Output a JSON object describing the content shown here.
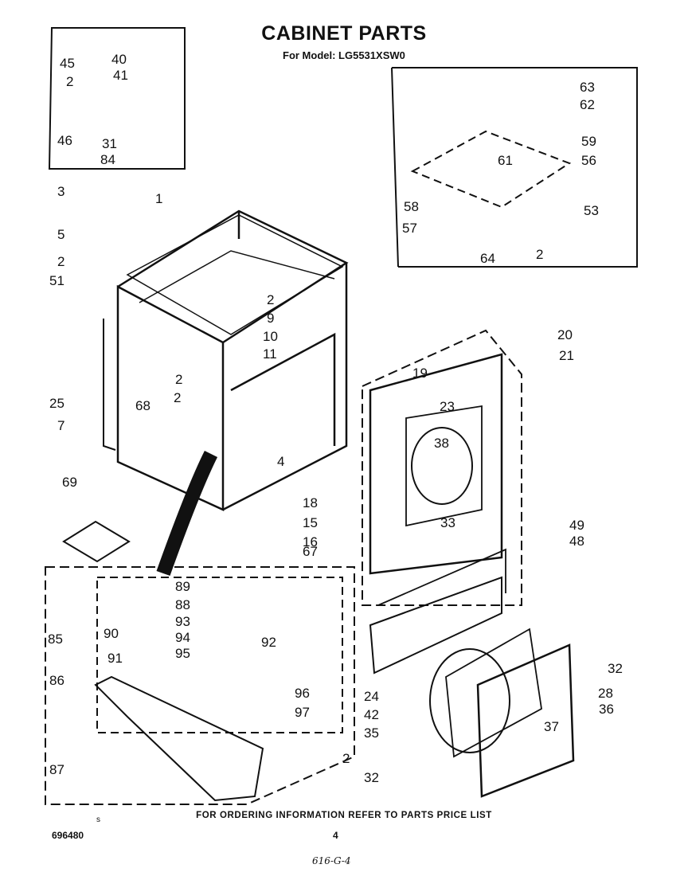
{
  "title": "CABINET PARTS",
  "subtitle": "For Model: LG5531XSW0",
  "footer_note": "FOR ORDERING INFORMATION REFER TO PARTS PRICE LIST",
  "doc_number": "696480",
  "page_number": "4",
  "handwritten": "616-G-4",
  "mark": "s",
  "callouts": [
    "45",
    "40",
    "41",
    "2",
    "46",
    "31",
    "84",
    "63",
    "62",
    "59",
    "56",
    "61",
    "58",
    "57",
    "64",
    "2",
    "53",
    "3",
    "1",
    "5",
    "2",
    "51",
    "2",
    "9",
    "10",
    "11",
    "25",
    "7",
    "68",
    "2",
    "2",
    "4",
    "18",
    "15",
    "16",
    "67",
    "20",
    "19",
    "21",
    "23",
    "38",
    "33",
    "49",
    "48",
    "69",
    "89",
    "88",
    "93",
    "94",
    "95",
    "90",
    "85",
    "91",
    "92",
    "96",
    "97",
    "86",
    "87",
    "24",
    "42",
    "35",
    "37",
    "36",
    "28",
    "32",
    "2",
    "32"
  ]
}
